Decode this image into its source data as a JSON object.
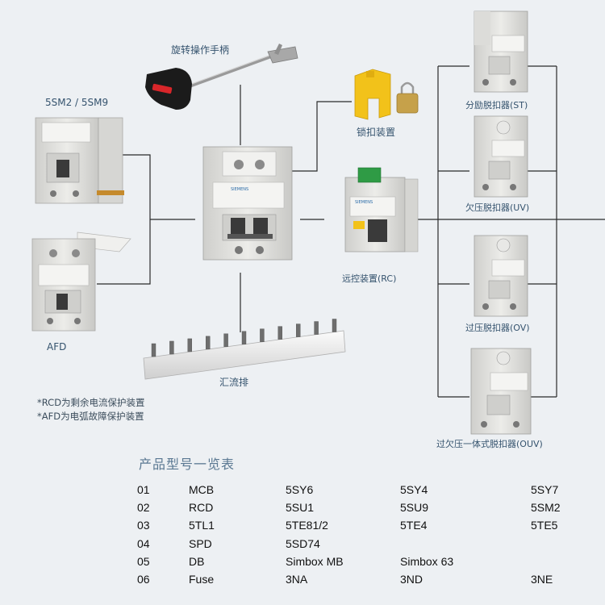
{
  "labels": {
    "handle": "旋转操作手柄",
    "rcd_series": "5SM2 / 5SM9",
    "lock": "锁扣装置",
    "afd": "AFD",
    "remote": "远控装置(RC)",
    "busbar": "汇流排",
    "shunt": "分励脱扣器(ST)",
    "undervoltage": "欠压脱扣器(UV)",
    "overvoltage": "过压脱扣器(OV)",
    "ouv": "过欠压一体式脱扣器(OUV)"
  },
  "notes": [
    "*RCD为剩余电流保护装置",
    "*AFD为电弧故障保护装置"
  ],
  "table": {
    "title": "产品型号一览表",
    "rows": [
      [
        "01",
        "MCB",
        "5SY6",
        "5SY4",
        "5SY7"
      ],
      [
        "02",
        "RCD",
        "5SU1",
        "5SU9",
        "5SM2"
      ],
      [
        "03",
        "5TL1",
        "5TE81/2",
        "5TE4",
        "5TE5"
      ],
      [
        "04",
        "SPD",
        "5SD74",
        "",
        ""
      ],
      [
        "05",
        "DB",
        "Simbox MB",
        "Simbox 63",
        ""
      ],
      [
        "06",
        "Fuse",
        "3NA",
        "3ND",
        "3NE"
      ]
    ]
  },
  "brand_text": "SIEMENS",
  "colors": {
    "background": "#edf0f3",
    "lines": "#2a2a2a",
    "label_text": "#35536e",
    "device_body": "#e6e6e3",
    "lock_yellow": "#f2c21a",
    "knob_red": "#d8262a",
    "rc_green": "#2f9b45"
  }
}
